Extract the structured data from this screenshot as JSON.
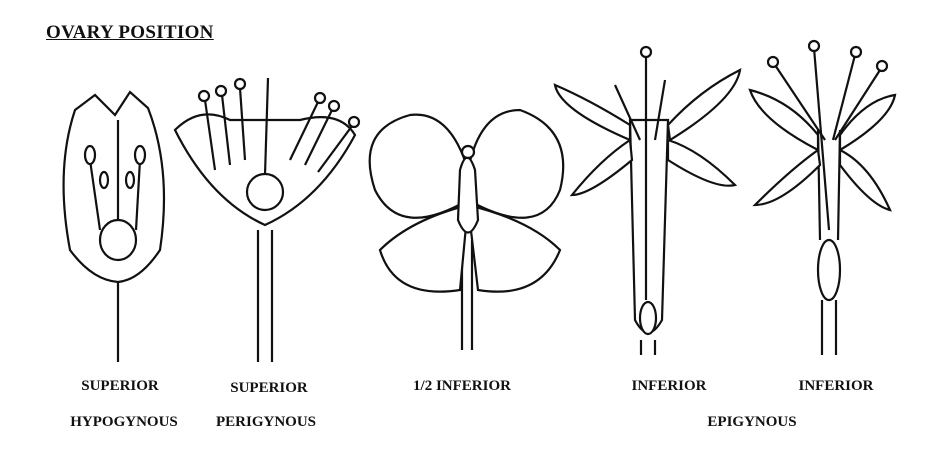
{
  "title": "OVARY POSITION",
  "flowers": [
    {
      "position": "SUPERIOR",
      "type": "HYPOGYNOUS"
    },
    {
      "position": "SUPERIOR",
      "type": "PERIGYNOUS"
    },
    {
      "position": "1/2 INFERIOR"
    },
    {
      "position": "INFERIOR"
    },
    {
      "position": "INFERIOR"
    }
  ],
  "group_label": "EPIGYNOUS"
}
